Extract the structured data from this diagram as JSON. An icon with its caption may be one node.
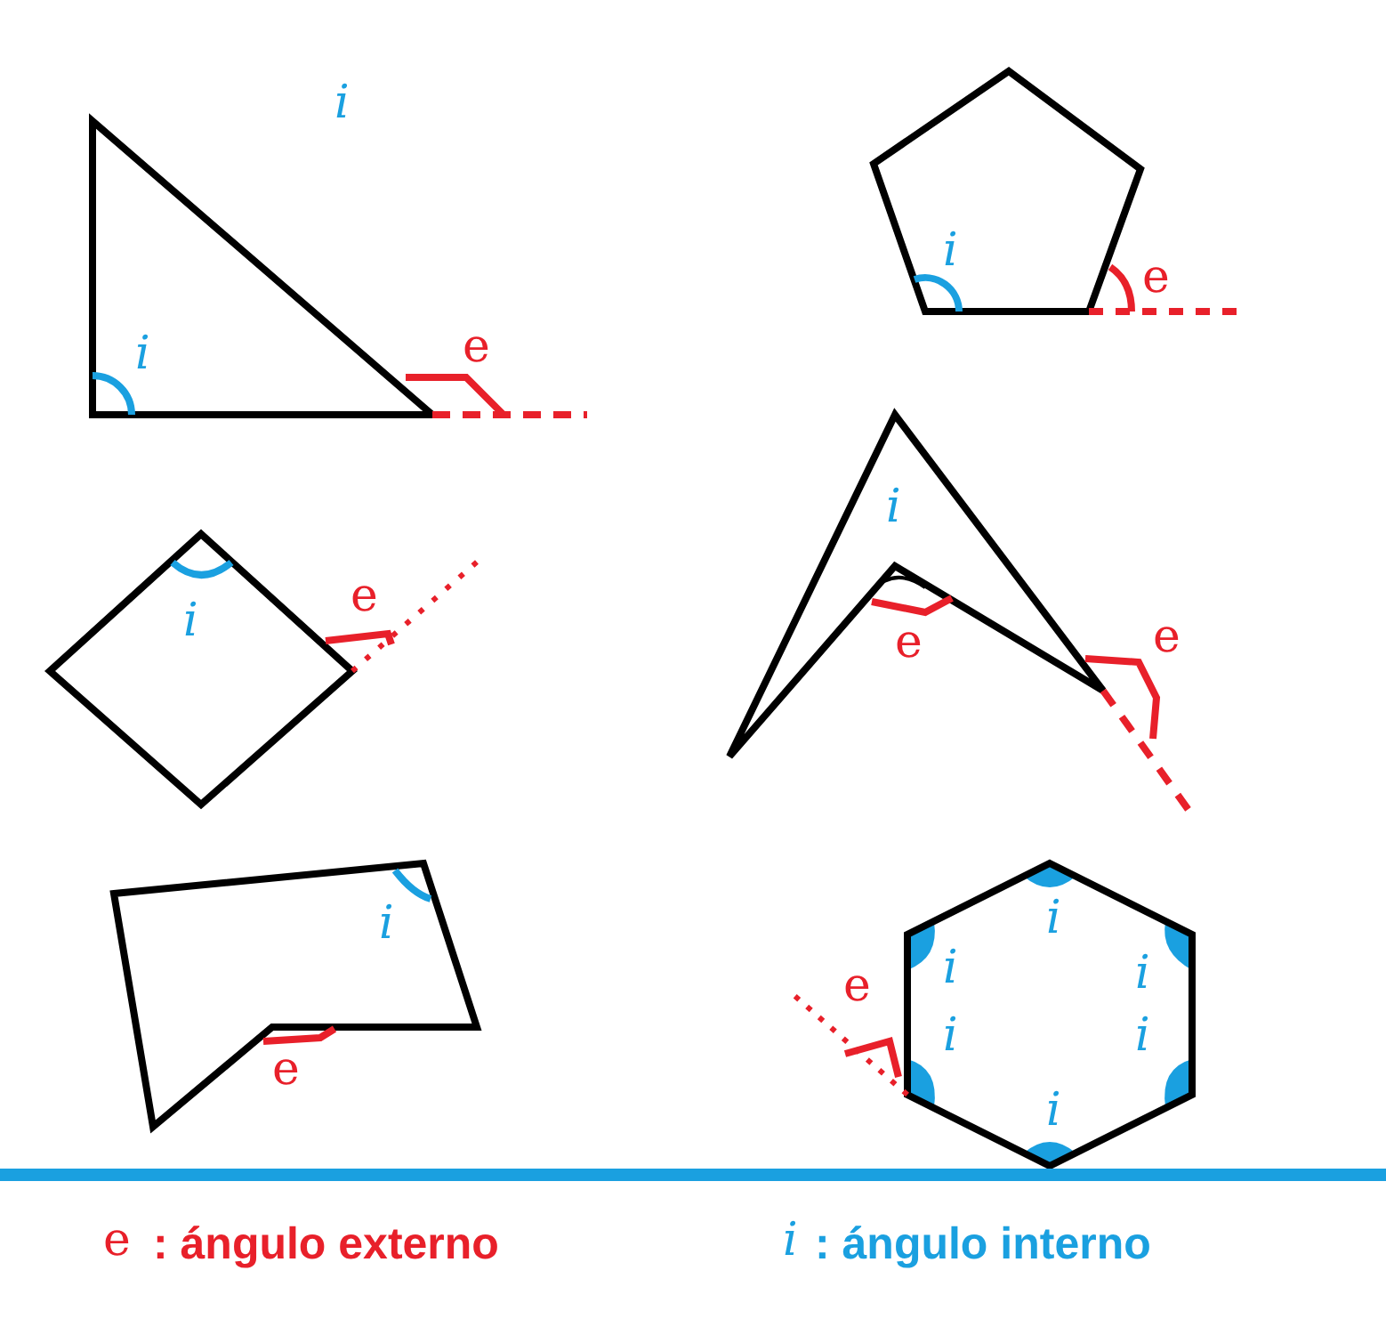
{
  "diagram": {
    "labels": [
      "i",
      "i",
      "e",
      "i",
      "e",
      "i",
      "e",
      "i",
      "e",
      "e",
      "i",
      "i",
      "e",
      "i",
      "i",
      "i",
      "i",
      "e",
      "i",
      "e",
      ": ángulo externo",
      "i",
      ": ángulo interno"
    ]
  }
}
